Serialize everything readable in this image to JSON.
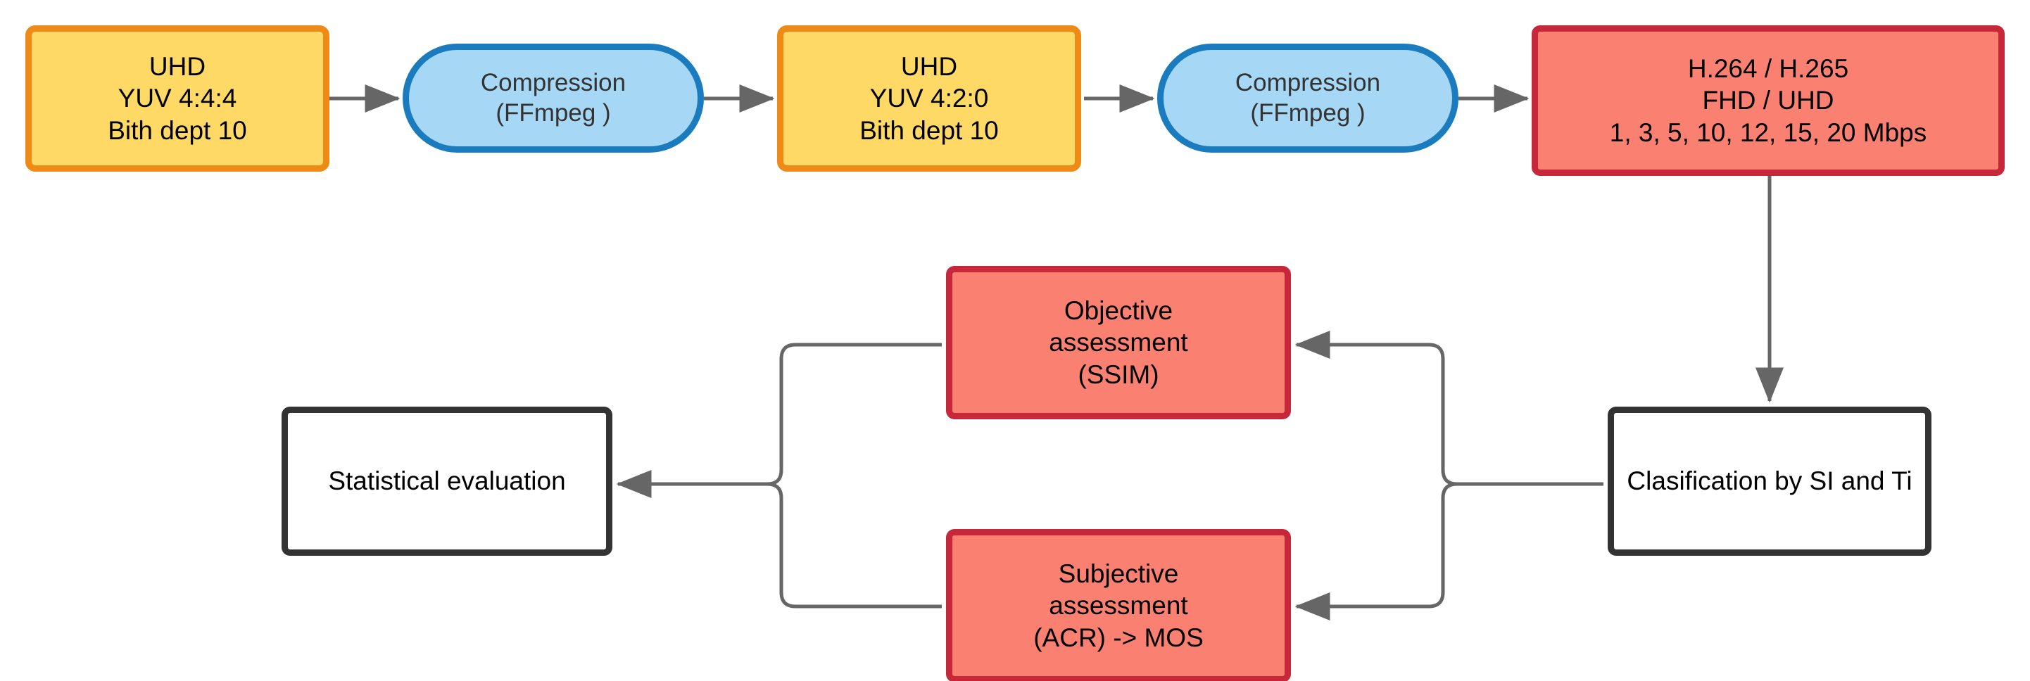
{
  "diagram": {
    "title": "Video quality assessment methodology flowchart",
    "colors": {
      "yellow_fill": "#FFD966",
      "yellow_border": "#EF8A17",
      "blue_fill": "#A6D8F5",
      "blue_border": "#1A7BBE",
      "red_fill": "#FA8072",
      "red_border": "#C62839",
      "plain_fill": "#FFFFFF",
      "plain_border": "#333333",
      "connector": "#666666",
      "text_dark": "#000000",
      "text_gray": "#333333"
    },
    "nodes": [
      {
        "id": "source-uhd-444",
        "shape": "rounded-rect",
        "style": "yellow",
        "label": "UHD\nYUV 4:4:4\nBith dept 10"
      },
      {
        "id": "compression-1",
        "shape": "stadium",
        "style": "blue",
        "label": "Compression\n(FFmpeg )"
      },
      {
        "id": "uhd-420",
        "shape": "rounded-rect",
        "style": "yellow",
        "label": "UHD\nYUV 4:2:0\nBith dept 10"
      },
      {
        "id": "compression-2",
        "shape": "stadium",
        "style": "blue",
        "label": "Compression\n(FFmpeg )"
      },
      {
        "id": "codec-bitrates",
        "shape": "rounded-rect",
        "style": "red",
        "label": "H.264 / H.265\nFHD / UHD\n1, 3, 5, 10, 12, 15, 20 Mbps"
      },
      {
        "id": "classification",
        "shape": "rounded-rect",
        "style": "plain",
        "label": "Clasification by SI and Ti"
      },
      {
        "id": "objective-assessment",
        "shape": "rounded-rect",
        "style": "red",
        "label": "Objective\nassessment\n(SSIM)"
      },
      {
        "id": "subjective-assessment",
        "shape": "rounded-rect",
        "style": "red",
        "label": "Subjective\nassessment\n(ACR) -> MOS"
      },
      {
        "id": "statistical-evaluation",
        "shape": "rounded-rect",
        "style": "plain",
        "label": "Statistical evaluation"
      }
    ],
    "edges": [
      {
        "from": "source-uhd-444",
        "to": "compression-1",
        "direction": "right",
        "arrow": true
      },
      {
        "from": "compression-1",
        "to": "uhd-420",
        "direction": "right",
        "arrow": true
      },
      {
        "from": "uhd-420",
        "to": "compression-2",
        "direction": "right",
        "arrow": true
      },
      {
        "from": "compression-2",
        "to": "codec-bitrates",
        "direction": "right",
        "arrow": true
      },
      {
        "from": "codec-bitrates",
        "to": "classification",
        "direction": "down",
        "arrow": true
      },
      {
        "from": "classification",
        "to": "objective-assessment",
        "direction": "left-branch-up",
        "arrow": true
      },
      {
        "from": "classification",
        "to": "subjective-assessment",
        "direction": "left-branch-down",
        "arrow": true
      },
      {
        "from": "objective-assessment",
        "to": "statistical-evaluation",
        "direction": "left-merge-from-up",
        "arrow": false
      },
      {
        "from": "subjective-assessment",
        "to": "statistical-evaluation",
        "direction": "left-merge-from-down",
        "arrow": false
      },
      {
        "from": "merge-point",
        "to": "statistical-evaluation",
        "direction": "left",
        "arrow": true
      }
    ]
  }
}
